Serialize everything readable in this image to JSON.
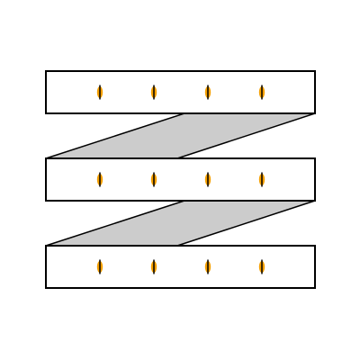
{
  "diagram": {
    "bands": [
      {
        "id": "band-1",
        "marks": 4
      },
      {
        "id": "band-2",
        "marks": 4
      },
      {
        "id": "band-3",
        "marks": 4
      }
    ],
    "connectors": [
      {
        "id": "connector-1-2",
        "from": "band-1",
        "to": "band-2"
      },
      {
        "id": "connector-2-3",
        "from": "band-2",
        "to": "band-3"
      }
    ],
    "colors": {
      "band_fill": "#ffffff",
      "outline": "#000000",
      "connector_fill": "#cccccc",
      "mark_fill": "#f5a000",
      "background": "#ffffff"
    }
  }
}
